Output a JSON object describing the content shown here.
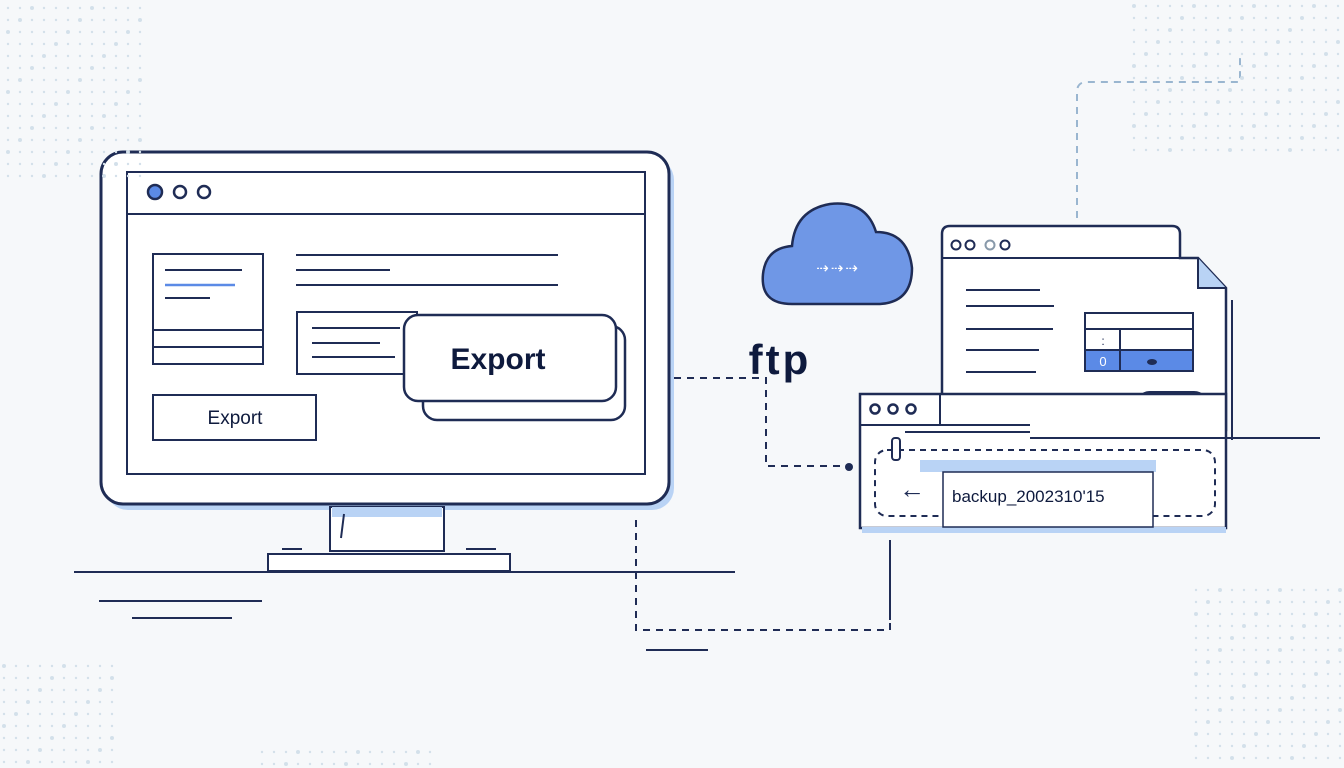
{
  "monitor": {
    "export_callout_label": "Export",
    "export_button_label": "Export"
  },
  "connection": {
    "protocol_label": "ftp"
  },
  "cloud": {
    "icon": "cloud-icon",
    "glyphs": "⇢⇢⇢"
  },
  "remote": {
    "file_chip_label": "backup_2002310'15",
    "back_icon_label": "←",
    "toggle_glyph": "+",
    "table_cells": [
      ":",
      "0"
    ]
  },
  "colors": {
    "stroke": "#1f2c55",
    "accent": "#5b8ae6",
    "accent_light": "#b9d3f5",
    "cloud_fill": "#6f97e6",
    "background": "#f6f8fa"
  }
}
